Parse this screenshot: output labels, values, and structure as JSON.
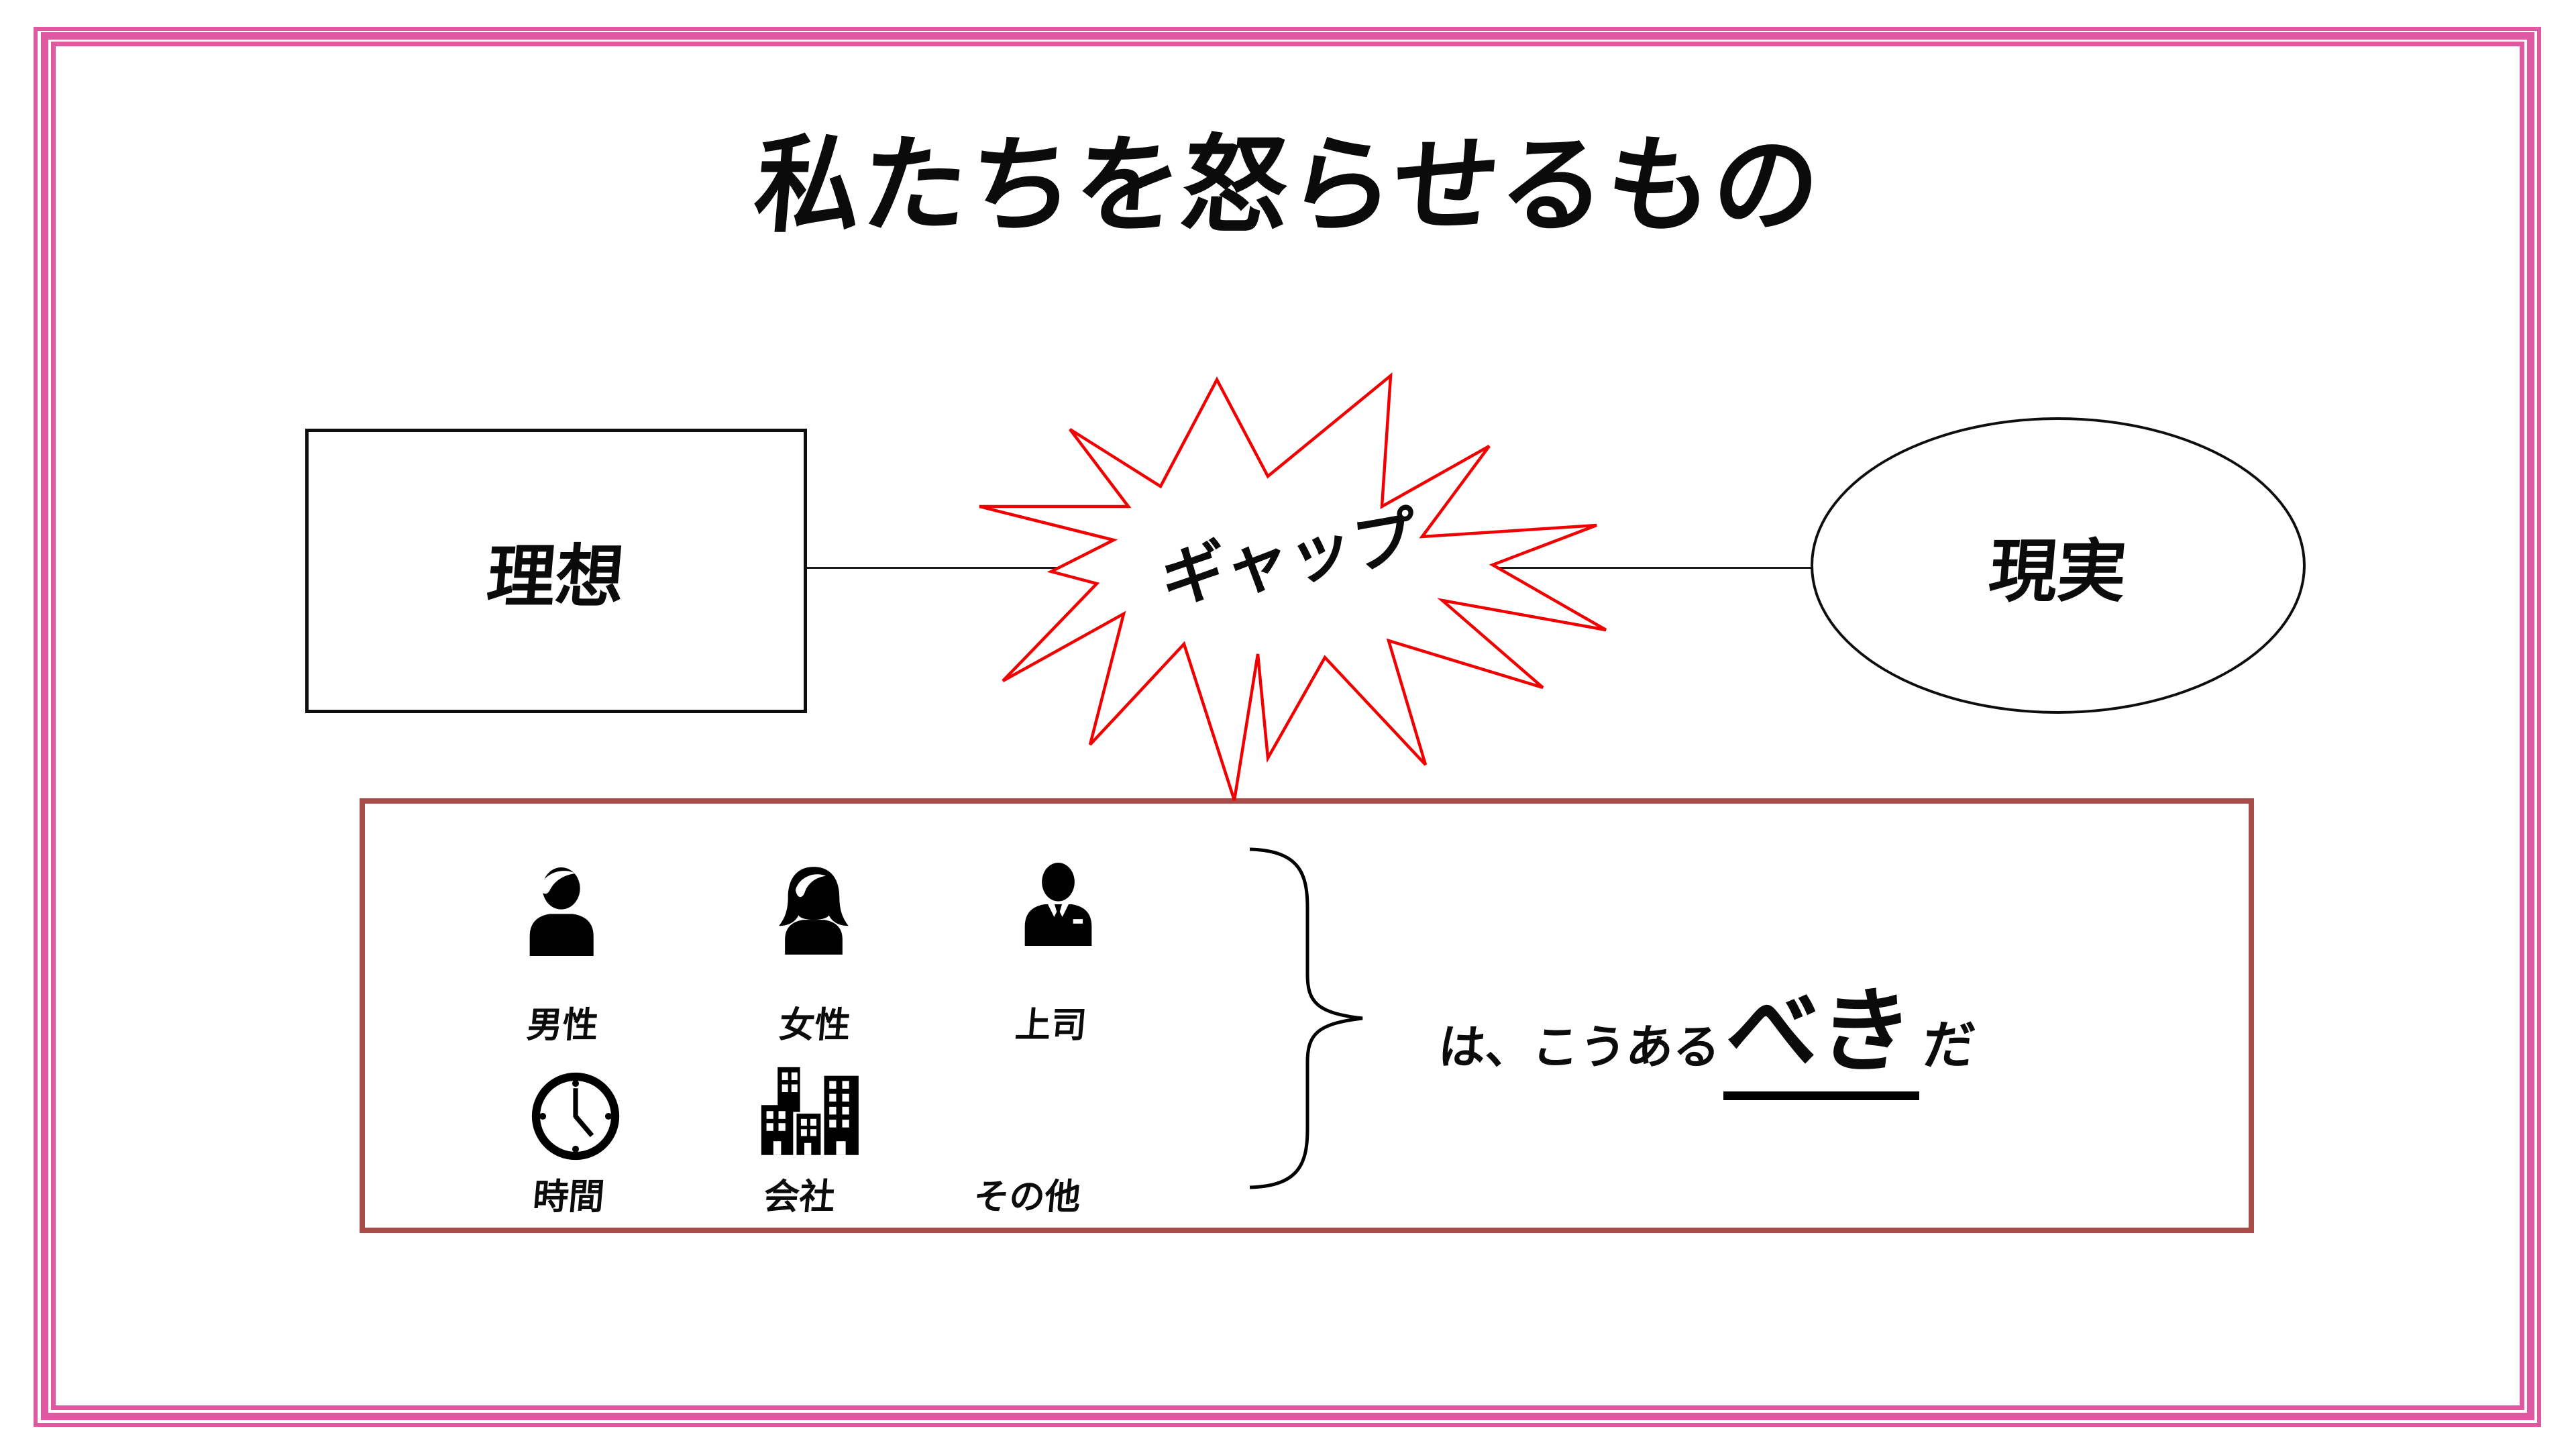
{
  "slide": {
    "title": "私たちを怒らせるもの",
    "background": "#ffffff",
    "frame_color": "#de58a2"
  },
  "diagram": {
    "ideal_label": "理想",
    "gap_label": "ギャップ",
    "reality_label": "現実",
    "gap_outline_color": "#f20000",
    "connector_color": "#1a1a1a",
    "shape_outline_color": "#0e0e0e"
  },
  "factors": {
    "box_border_color": "#a94b48",
    "items": [
      {
        "label": "男性",
        "icon": "man-icon"
      },
      {
        "label": "女性",
        "icon": "woman-icon"
      },
      {
        "label": "上司",
        "icon": "boss-icon"
      },
      {
        "label": "時間",
        "icon": "clock-icon"
      },
      {
        "label": "会社",
        "icon": "company-icon"
      },
      {
        "label": "その他",
        "icon": null
      }
    ],
    "statement": {
      "prefix": "は、こうある",
      "emphasis": "べき",
      "suffix": "だ"
    }
  }
}
